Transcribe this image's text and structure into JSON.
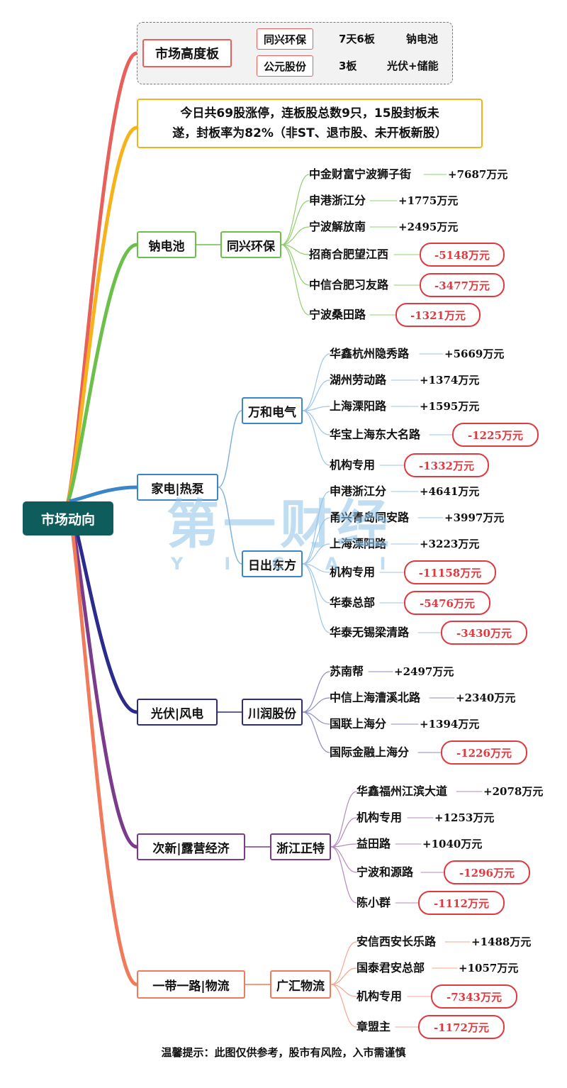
{
  "root": "市场动向",
  "height_board": {
    "title": "市场高度板",
    "rows": [
      {
        "stock": "同兴环保",
        "boards": "7天6板",
        "theme": "钠电池"
      },
      {
        "stock": "公元股份",
        "boards": "3板",
        "theme": "光伏+储能"
      }
    ]
  },
  "stats": {
    "line1": "今日共69股涨停，连板股总数9只，15股封板未",
    "line2": "遂，封板率为82%（非ST、退市股、未开板新股）"
  },
  "sectors": [
    {
      "name": "钠电池",
      "stocks": [
        {
          "name": "同兴环保",
          "seats": [
            {
              "name": "中金财富宁波狮子街",
              "amount": "+7687万元"
            },
            {
              "name": "申港浙江分",
              "amount": "+1775万元"
            },
            {
              "name": "宁波解放南",
              "amount": "+2495万元"
            },
            {
              "name": "招商合肥望江西",
              "amount": "-5148万元"
            },
            {
              "name": "中信合肥习友路",
              "amount": "-3477万元"
            },
            {
              "name": "宁波桑田路",
              "amount": "-1321万元"
            }
          ]
        }
      ]
    },
    {
      "name": "家电|热泵",
      "stocks": [
        {
          "name": "万和电气",
          "seats": [
            {
              "name": "华鑫杭州隐秀路",
              "amount": "+5669万元"
            },
            {
              "name": "湖州劳动路",
              "amount": "+1374万元"
            },
            {
              "name": "上海溧阳路",
              "amount": "+1595万元"
            },
            {
              "name": "华宝上海东大名路",
              "amount": "-1225万元"
            },
            {
              "name": "机构专用",
              "amount": "-1332万元"
            }
          ]
        },
        {
          "name": "日出东方",
          "seats": [
            {
              "name": "申港浙江分",
              "amount": "+4641万元"
            },
            {
              "name": "甬兴青岛同安路",
              "amount": "+3997万元"
            },
            {
              "name": "上海溧阳路",
              "amount": "+3223万元"
            },
            {
              "name": "机构专用",
              "amount": "-11158万元"
            },
            {
              "name": "华泰总部",
              "amount": "-5476万元"
            },
            {
              "name": "华泰无锡梁清路",
              "amount": "-3430万元"
            }
          ]
        }
      ]
    },
    {
      "name": "光伏|风电",
      "stocks": [
        {
          "name": "川润股份",
          "seats": [
            {
              "name": "苏南帮",
              "amount": "+2497万元"
            },
            {
              "name": "中信上海漕溪北路",
              "amount": "+2340万元"
            },
            {
              "name": "国联上海分",
              "amount": "+1394万元"
            },
            {
              "name": "国际金融上海分",
              "amount": "-1226万元"
            }
          ]
        }
      ]
    },
    {
      "name": "次新|露营经济",
      "stocks": [
        {
          "name": "浙江正特",
          "seats": [
            {
              "name": "华鑫福州江滨大道",
              "amount": "+2078万元"
            },
            {
              "name": "机构专用",
              "amount": "+1253万元"
            },
            {
              "name": "益田路",
              "amount": "+1040万元"
            },
            {
              "name": "宁波和源路",
              "amount": "-1296万元"
            },
            {
              "name": "陈小群",
              "amount": "-1112万元"
            }
          ]
        }
      ]
    },
    {
      "name": "一带一路|物流",
      "stocks": [
        {
          "name": "广汇物流",
          "seats": [
            {
              "name": "安信西安长乐路",
              "amount": "+1488万元"
            },
            {
              "name": "国泰君安总部",
              "amount": "+1057万元"
            },
            {
              "name": "机构专用",
              "amount": "-7343万元"
            },
            {
              "name": "章盟主",
              "amount": "-1172万元"
            }
          ]
        }
      ]
    }
  ],
  "watermark": {
    "big": "第一财经",
    "small": "YICAI"
  },
  "footer": "温馨提示：此图仅供参考，股市有风险，入市需谨慎",
  "colors": {
    "root_bg": "#0f5c5c",
    "negative": "#e0393f",
    "height_board": "#e8605a",
    "stats": "#f6b21b",
    "sodium": "#6cbf4a",
    "appliance": "#3a86c8",
    "solar": "#2c2a8c",
    "new_stock": "#7b3b8c",
    "belt_road": "#f07a5a"
  }
}
